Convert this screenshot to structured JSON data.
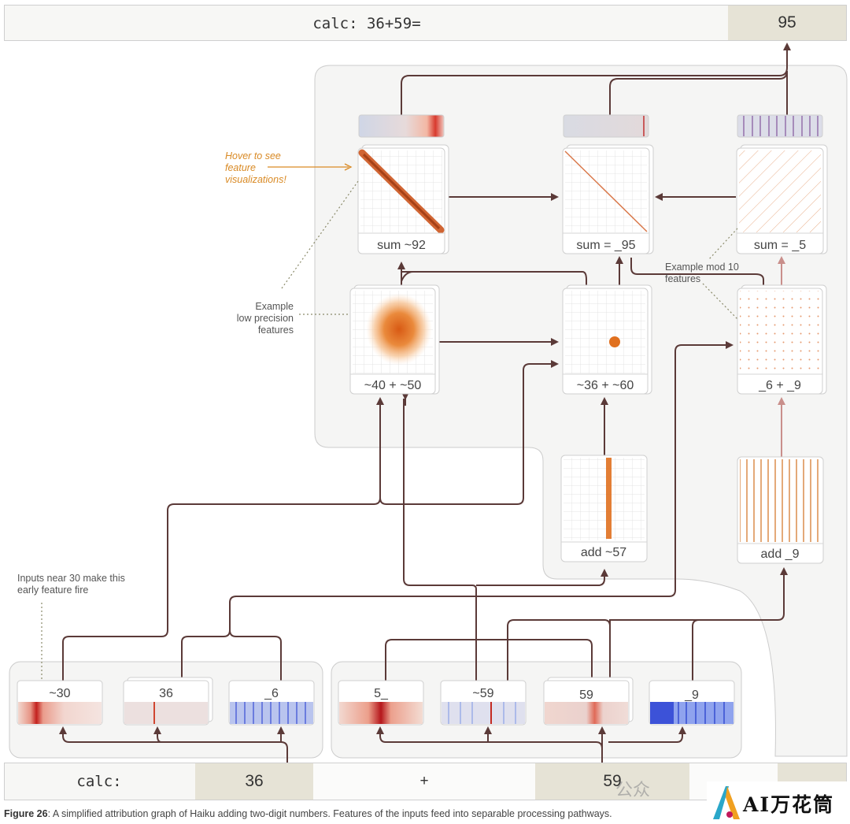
{
  "prompt_bar": {
    "text": "calc: 36+59=",
    "answer": "95"
  },
  "bottom_bar": {
    "calc": "calc:",
    "n1": "36",
    "plus": "+",
    "n2": "59"
  },
  "annotations": {
    "hover": [
      "Hover to see",
      "feature",
      "visualizations!"
    ],
    "low_precision": [
      "Example",
      "low precision",
      "features"
    ],
    "mod10": [
      "Example mod 10",
      "features"
    ],
    "inputs_near_30": [
      "Inputs near 30 make this",
      "early feature fire"
    ]
  },
  "nodes": {
    "sum_92": "sum ~92",
    "sum_95": "sum = _95",
    "sum_5": "sum = _5",
    "n40_50": "~40 + ~50",
    "n36_60": "~36 + ~60",
    "n6_9": "_6 + _9",
    "add_57": "add ~57",
    "add_9": "add _9"
  },
  "input_features": {
    "f30": "~30",
    "f36": "36",
    "f6": "_6",
    "f5": "5_",
    "f59a": "~59",
    "f59b": "59",
    "f9": "_9"
  },
  "caption": {
    "label": "Figure 26",
    "text": ": A simplified attribution graph of Haiku adding two-digit numbers. Features of the inputs feed into separable processing pathways."
  },
  "logo": {
    "text": "AI万花筒"
  },
  "watermark": "公众",
  "colors": {
    "arrow": "#5b3a38",
    "arrow_light": "#c98f8b",
    "hover_text": "#d98a25",
    "answer_bg": "#e6e3d6"
  }
}
